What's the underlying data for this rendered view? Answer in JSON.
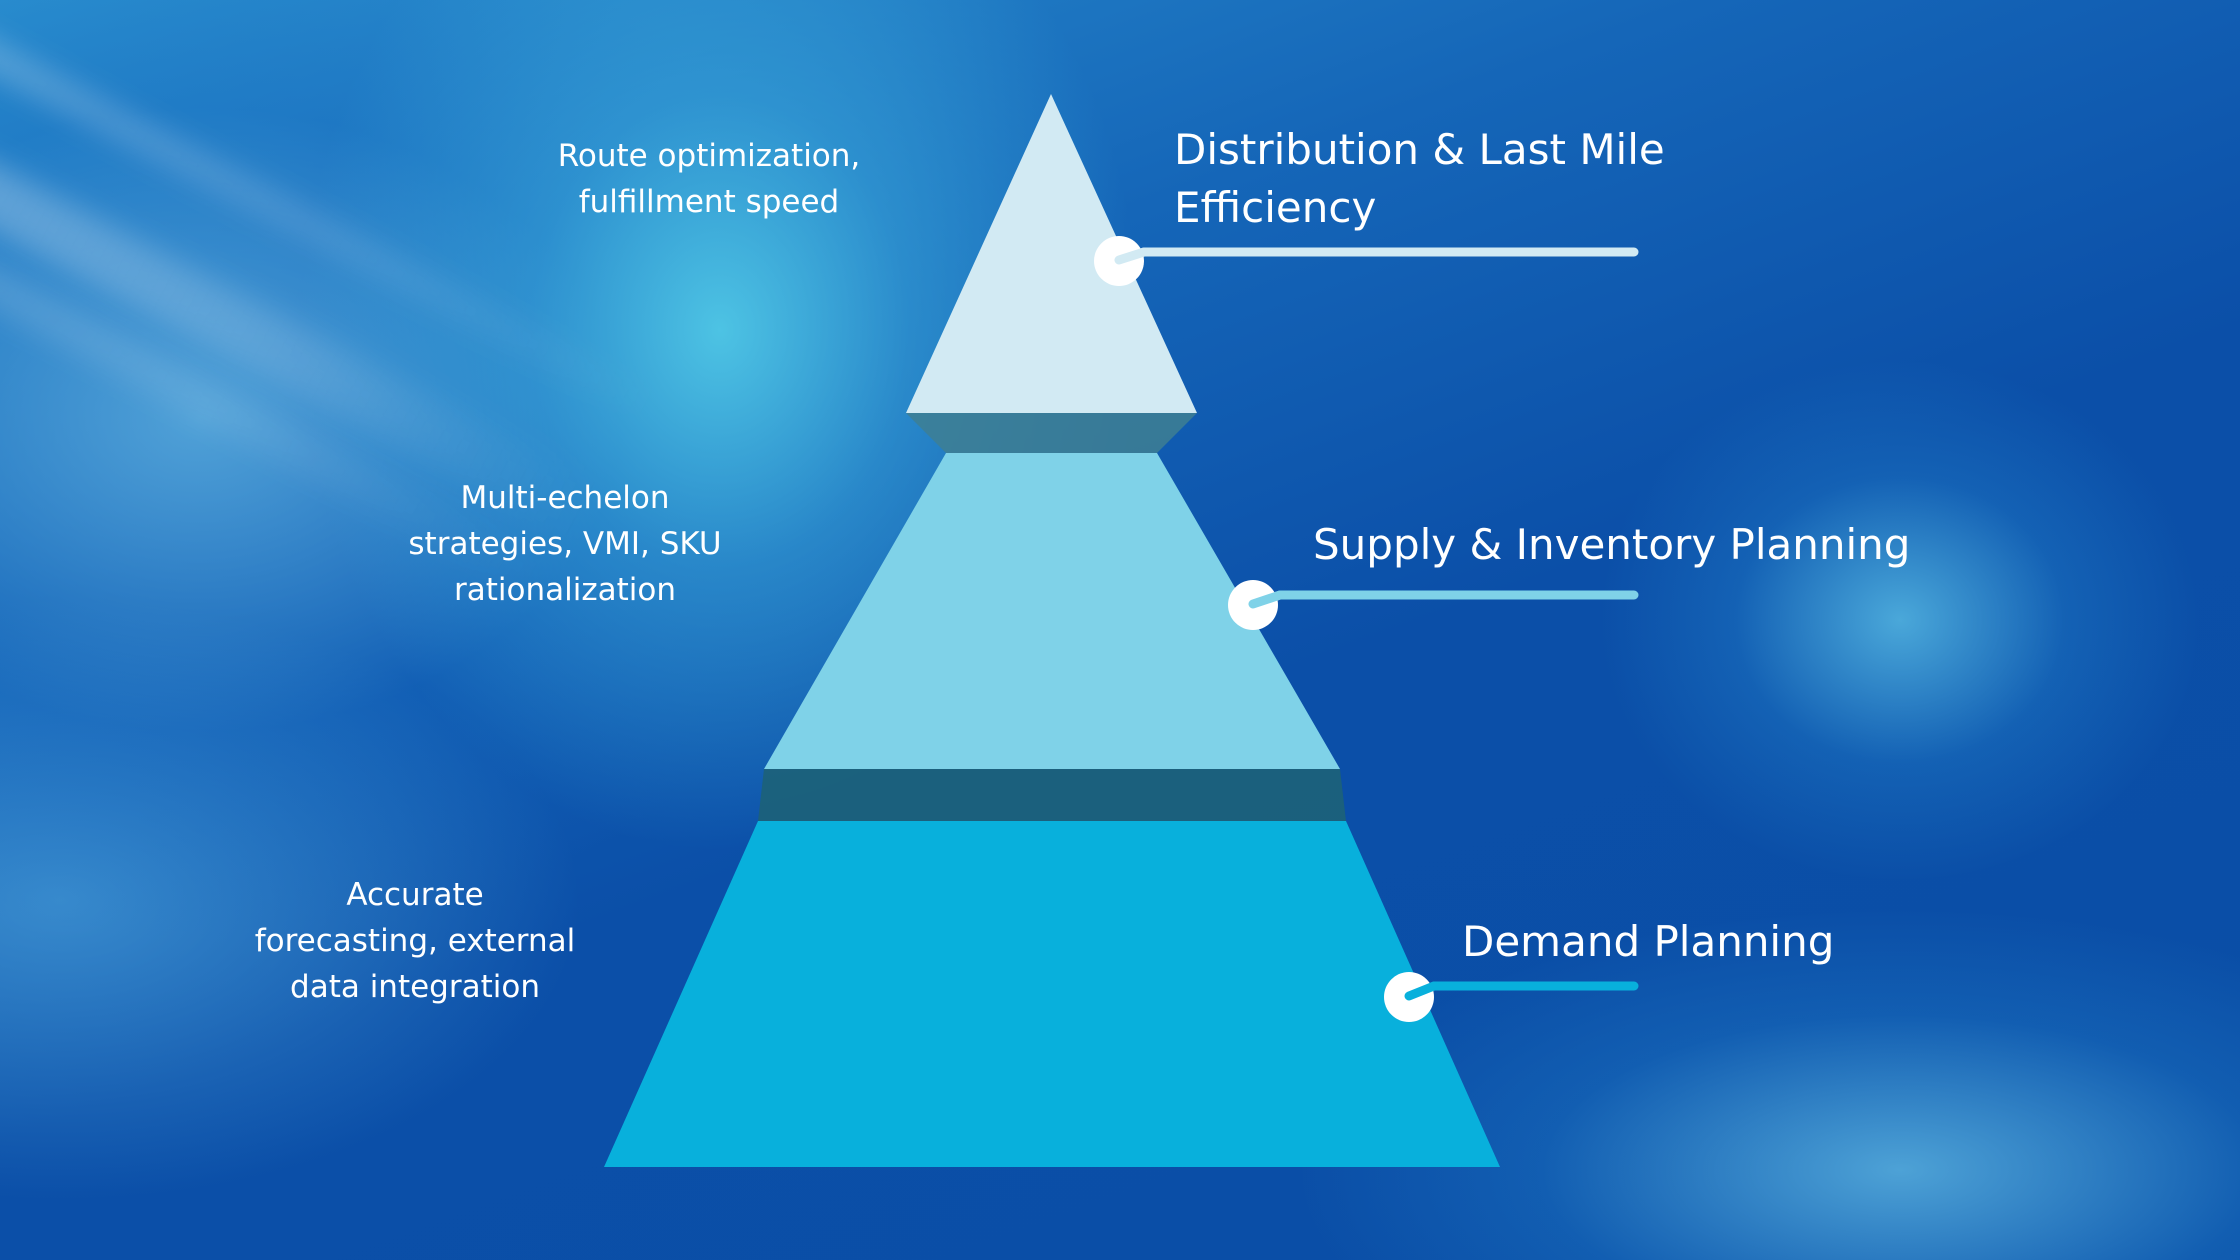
{
  "colors": {
    "background": "#0a4fa6",
    "tier_top": "#d2eaf3",
    "tier_middle": "#7fd2e8",
    "tier_bottom": "#08b0dc",
    "gap_dark": "#1d6278",
    "connector_top": "#d2eaf3",
    "connector_middle": "#7fd2e8",
    "connector_bottom": "#08b0dc",
    "text": "#ffffff"
  },
  "levels": [
    {
      "title_lines": [
        "Distribution & Last Mile",
        "Efficiency"
      ],
      "description_lines": [
        "Route optimization,",
        "fulfillment speed"
      ]
    },
    {
      "title_lines": [
        "Supply & Inventory Planning"
      ],
      "description_lines": [
        "Multi-echelon",
        "strategies, VMI, SKU",
        "rationalization"
      ]
    },
    {
      "title_lines": [
        "Demand Planning"
      ],
      "description_lines": [
        "Accurate",
        "forecasting, external",
        "data integration"
      ]
    }
  ]
}
